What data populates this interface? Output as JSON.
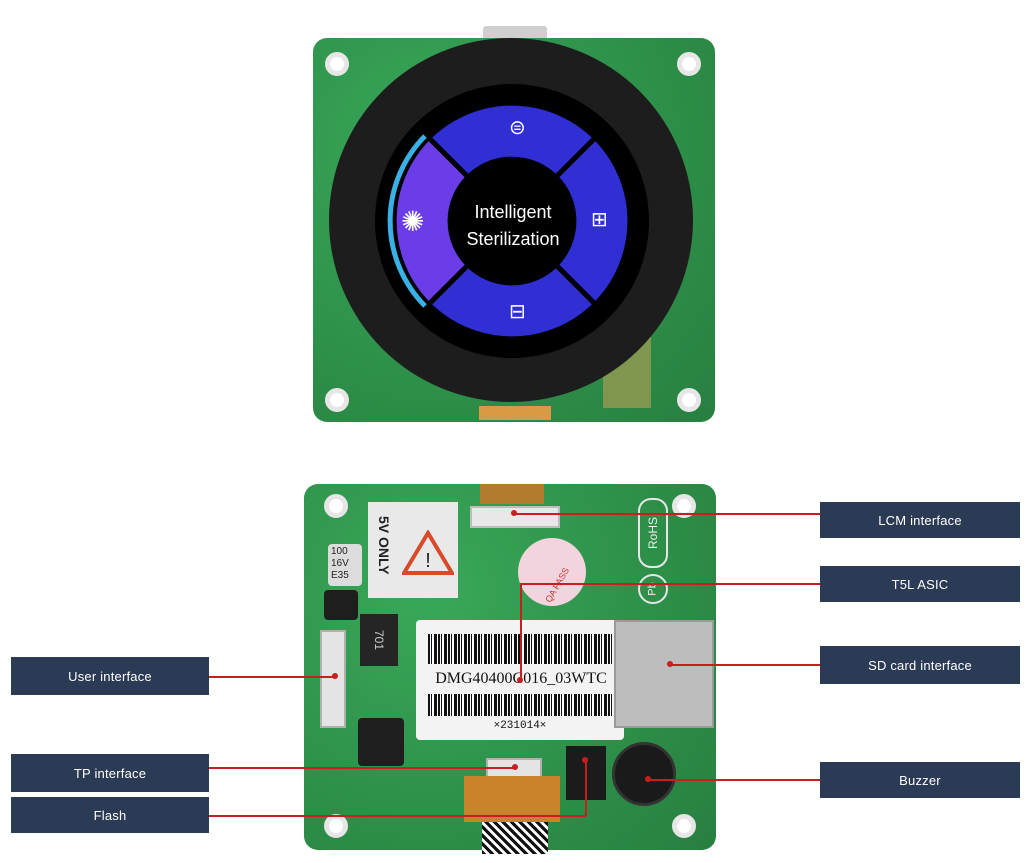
{
  "screen": {
    "center_text_line1": "Intelligent",
    "center_text_line2": "Sterilization",
    "icons": [
      "virus-icon",
      "plug-icon",
      "sanitizer-bottle-icon",
      "sterilizer-lamp-icon"
    ],
    "colors": {
      "segment_blue": "#2f2fd4",
      "segment_purple": "#6a3de8",
      "ring_accent": "#39b0e6",
      "center": "#000000",
      "bezel": "#1d1d1d"
    }
  },
  "board": {
    "warning_text": "5V ONLY",
    "cap_text": [
      "100",
      "16V",
      "E35"
    ],
    "inductor_text": "701",
    "sticker_model": "DMG40400C016_03WTC",
    "sticker_date": "×231014×",
    "rohs_text": "RoHS",
    "pb_text": "Pb",
    "qa_text": "QA PASS"
  },
  "labels": {
    "lcm": "LCM interface",
    "t5l": "T5L ASIC",
    "sd": "SD card interface",
    "buzzer": "Buzzer",
    "user": "User interface",
    "tp": "TP interface",
    "flash": "Flash"
  },
  "colors": {
    "label_bg": "#2b3a55",
    "leader": "#c81e1e",
    "pcb": "#2f9a4f"
  }
}
